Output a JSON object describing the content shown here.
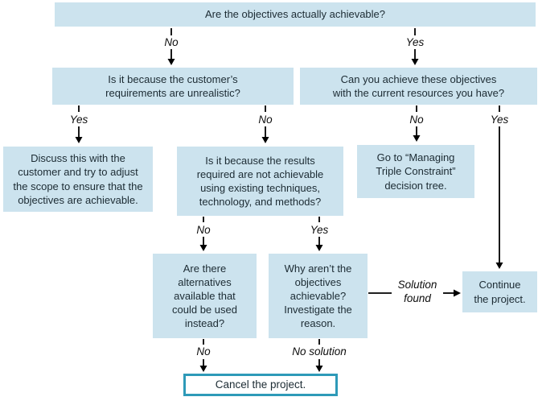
{
  "flowchart": {
    "nodes": {
      "root": {
        "text": "Are the objectives actually achievable?"
      },
      "customer": {
        "text": [
          "Is it because the customer’s",
          "requirements are unrealistic?"
        ]
      },
      "resources": {
        "text": [
          "Can you achieve these objectives",
          "with the current resources you have?"
        ]
      },
      "discuss": {
        "text": [
          "Discuss this with the",
          "customer and try to adjust",
          "the scope to ensure that the",
          "objectives are achievable."
        ]
      },
      "results": {
        "text": [
          "Is it because the results",
          "required are not achievable",
          "using existing techniques,",
          "technology, and methods?"
        ]
      },
      "goto_triple": {
        "text": [
          "Go to “Managing",
          "Triple Constraint”",
          "decision tree."
        ]
      },
      "alternatives": {
        "text": [
          "Are there",
          "alternatives",
          "available that",
          "could be used",
          "instead?"
        ]
      },
      "why": {
        "text": [
          "Why aren’t the",
          "objectives",
          "achievable?",
          "Investigate the",
          "reason."
        ]
      },
      "continue": {
        "text": [
          "Continue",
          "the project."
        ]
      },
      "cancel": {
        "text": "Cancel the project."
      }
    },
    "edge_labels": {
      "root_no": "No",
      "root_yes": "Yes",
      "customer_yes": "Yes",
      "customer_no": "No",
      "resources_no": "No",
      "resources_yes": "Yes",
      "results_no": "No",
      "results_yes": "Yes",
      "alternatives_no": "No",
      "why_no_solution": "No solution",
      "why_solution_found": "Solution found"
    },
    "colors": {
      "node_fill": "#cce3ee",
      "node_text": "#1c2b33",
      "arrow": "#000000",
      "cancel_border": "#2e9ab8",
      "background": "#ffffff"
    }
  }
}
